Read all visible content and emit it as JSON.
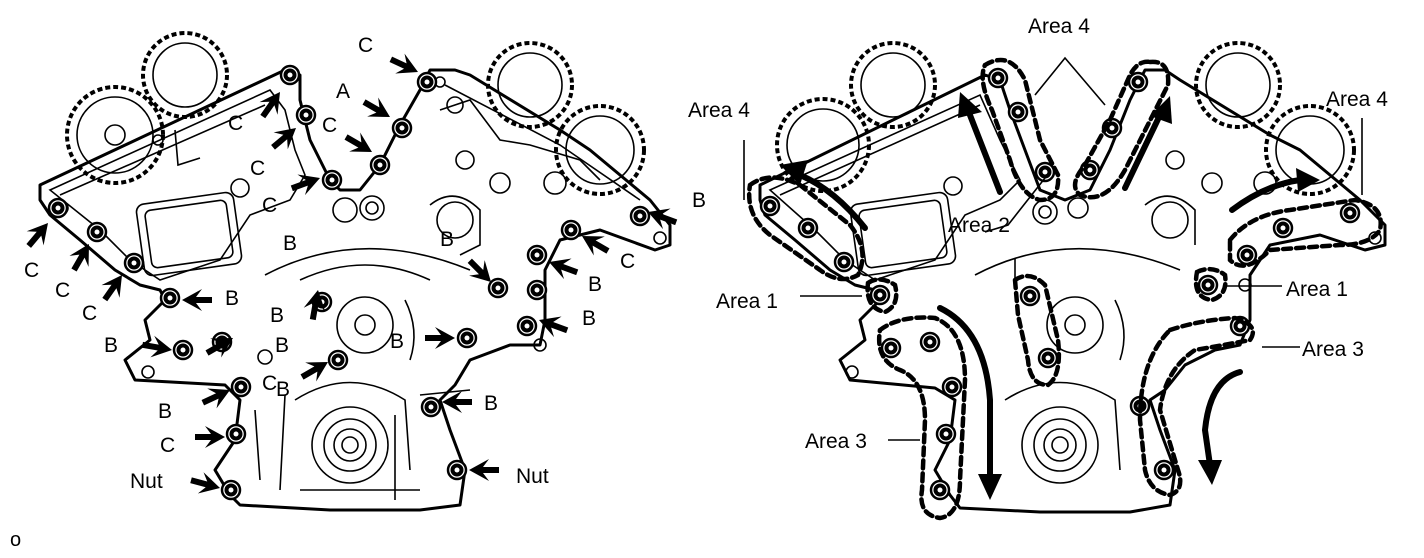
{
  "figure_code": "o",
  "left_view": {
    "callouts": [
      {
        "label": "C"
      },
      {
        "label": "A"
      },
      {
        "label": "C"
      },
      {
        "label": "C"
      },
      {
        "label": "C"
      },
      {
        "label": "C"
      },
      {
        "label": "B"
      },
      {
        "label": "B"
      },
      {
        "label": "B"
      },
      {
        "label": "C"
      },
      {
        "label": "C"
      },
      {
        "label": "C"
      },
      {
        "label": "C"
      },
      {
        "label": "B"
      },
      {
        "label": "B"
      },
      {
        "label": "B"
      },
      {
        "label": "B"
      },
      {
        "label": "C"
      },
      {
        "label": "B"
      },
      {
        "label": "B"
      },
      {
        "label": "B"
      },
      {
        "label": "B"
      },
      {
        "label": "B"
      },
      {
        "label": "B"
      },
      {
        "label": "C"
      },
      {
        "label": "Nut"
      },
      {
        "label": "Nut"
      }
    ]
  },
  "right_view": {
    "areas": [
      {
        "label": "Area 4"
      },
      {
        "label": "Area 4"
      },
      {
        "label": "Area 4"
      },
      {
        "label": "Area 2"
      },
      {
        "label": "Area 1"
      },
      {
        "label": "Area 1"
      },
      {
        "label": "Area 3"
      },
      {
        "label": "Area 3"
      }
    ]
  }
}
